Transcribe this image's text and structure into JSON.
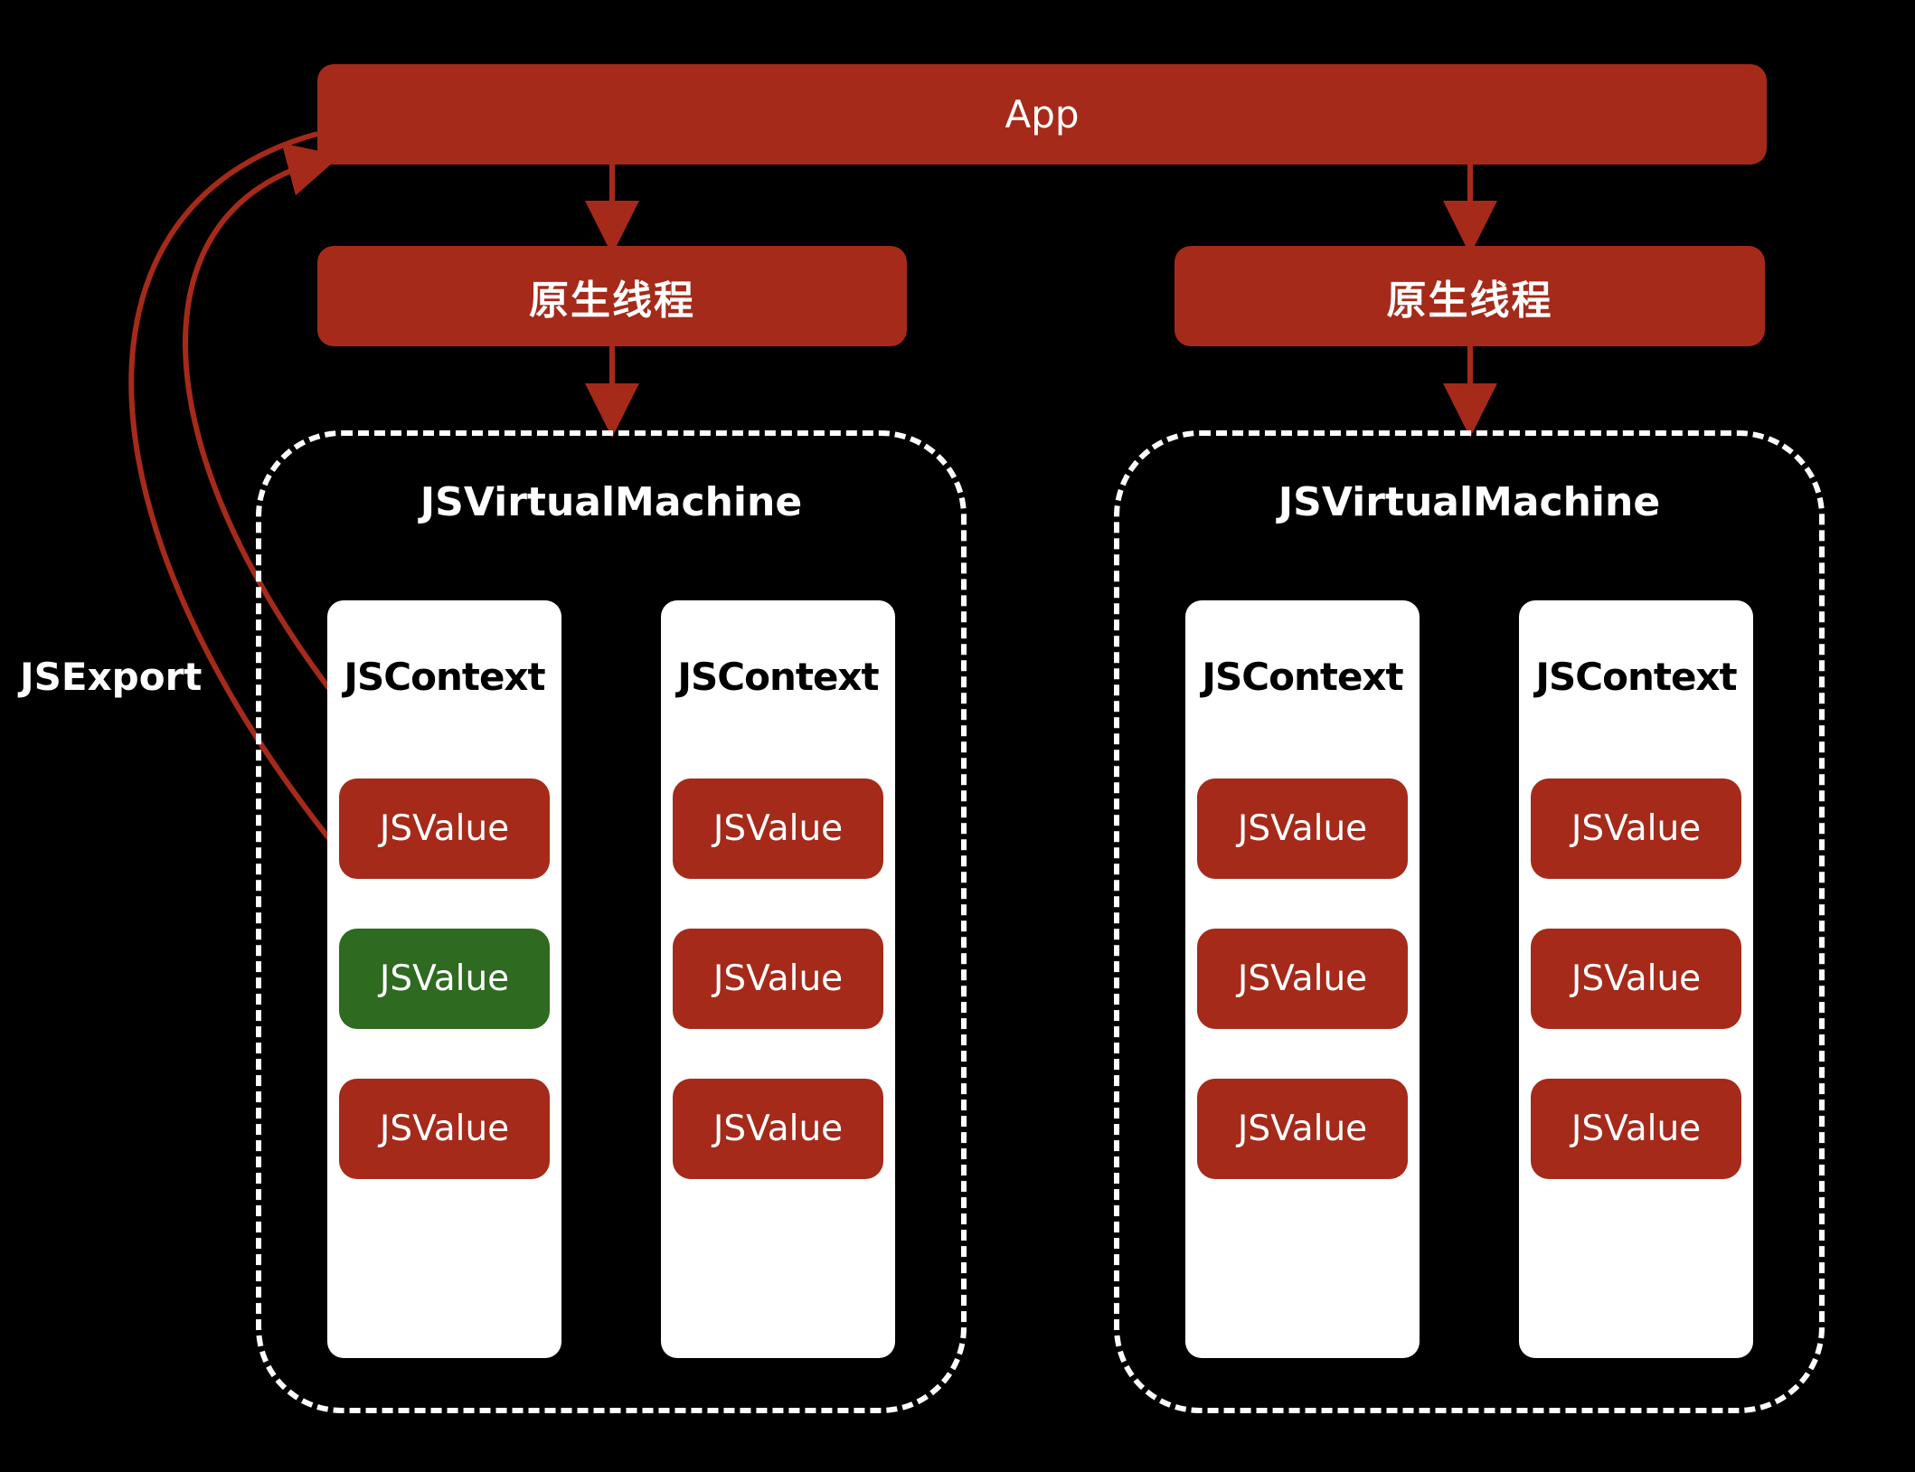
{
  "app": {
    "label": "App"
  },
  "threads": [
    {
      "label": "原生线程"
    },
    {
      "label": "原生线程"
    }
  ],
  "vms": [
    {
      "title": "JSVirtualMachine",
      "contexts": [
        {
          "title": "JSContext",
          "values": [
            "JSValue",
            "JSValue",
            "JSValue"
          ]
        },
        {
          "title": "JSContext",
          "values": [
            "JSValue",
            "JSValue",
            "JSValue"
          ]
        }
      ]
    },
    {
      "title": "JSVirtualMachine",
      "contexts": [
        {
          "title": "JSContext",
          "values": [
            "JSValue",
            "JSValue",
            "JSValue"
          ]
        },
        {
          "title": "JSContext",
          "values": [
            "JSValue",
            "JSValue",
            "JSValue"
          ]
        }
      ]
    }
  ],
  "export_label": "JSExport",
  "colors": {
    "background": "#000000",
    "box_red": "#a52a1a",
    "value_green": "#2e6a1f",
    "arrow": "#a52a1a",
    "context_bg": "#ffffff"
  }
}
